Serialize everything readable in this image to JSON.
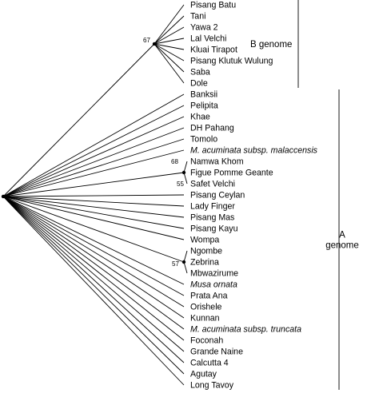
{
  "taxa": [
    {
      "label": "Pisang Batu",
      "italic": false
    },
    {
      "label": "Tani",
      "italic": false
    },
    {
      "label": "Yawa 2",
      "italic": false
    },
    {
      "label": "Lal Velchi",
      "italic": false
    },
    {
      "label": "Kluai Tirapot",
      "italic": false
    },
    {
      "label": "Pisang Klutuk Wulung",
      "italic": false
    },
    {
      "label": "Saba",
      "italic": false
    },
    {
      "label": "Dole",
      "italic": false
    },
    {
      "label": "Banksii",
      "italic": false
    },
    {
      "label": "Pelipita",
      "italic": false
    },
    {
      "label": "Khae",
      "italic": false
    },
    {
      "label": "DH Pahang",
      "italic": false
    },
    {
      "label": "Tomolo",
      "italic": false
    },
    {
      "label": "M. acuminata subsp. malaccensis",
      "italic": true
    },
    {
      "label": "Namwa Khom",
      "italic": false
    },
    {
      "label": "Figue Pomme Geante",
      "italic": false
    },
    {
      "label": "Safet Velchi",
      "italic": false
    },
    {
      "label": "Pisang Ceylan",
      "italic": false
    },
    {
      "label": "Lady Finger",
      "italic": false
    },
    {
      "label": "Pisang Mas",
      "italic": false
    },
    {
      "label": "Pisang Kayu",
      "italic": false
    },
    {
      "label": "Wompa",
      "italic": false
    },
    {
      "label": "Ngombe",
      "italic": false
    },
    {
      "label": "Zebrina",
      "italic": false
    },
    {
      "label": "Mbwazirume",
      "italic": false
    },
    {
      "label": "Musa ornata",
      "italic": true
    },
    {
      "label": "Prata Ana",
      "italic": false
    },
    {
      "label": "Orishele",
      "italic": false
    },
    {
      "label": "Kunnan",
      "italic": false
    },
    {
      "label": "M. acuminata subsp. truncata",
      "italic": true
    },
    {
      "label": "Foconah",
      "italic": false
    },
    {
      "label": "Grande Naine",
      "italic": false
    },
    {
      "label": "Calcutta 4",
      "italic": false
    },
    {
      "label": "Agutay",
      "italic": false
    },
    {
      "label": "Long Tavoy",
      "italic": false
    }
  ],
  "clades": [
    {
      "support": "67",
      "from": 0,
      "to": 7
    },
    {
      "support": "68",
      "from": 14,
      "to": 15
    },
    {
      "support": "55",
      "from": 15,
      "to": 16
    },
    {
      "support": "57",
      "from": 22,
      "to": 24
    }
  ],
  "groups": [
    {
      "lines": [
        "B genome"
      ],
      "from": 0,
      "to": 7
    },
    {
      "lines": [
        "A",
        "genome"
      ],
      "from": 8,
      "to": 34
    }
  ],
  "colors": {
    "line": "#000000",
    "text": "#000000",
    "background": "#ffffff"
  }
}
